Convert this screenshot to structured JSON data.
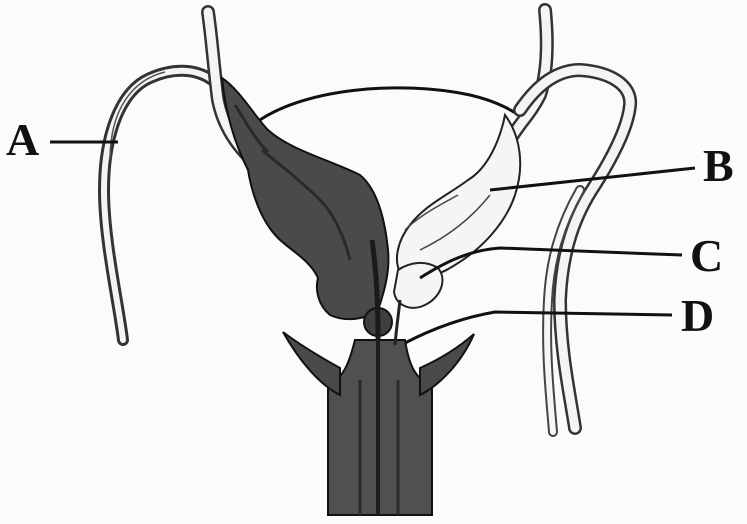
{
  "labels": {
    "a": "A",
    "b": "B",
    "c": "C",
    "d": "D"
  },
  "colors": {
    "organ_fill": "#555555",
    "organ_dark": "#3a3a3a",
    "outline": "#111111",
    "background": "#fbfbfb"
  }
}
